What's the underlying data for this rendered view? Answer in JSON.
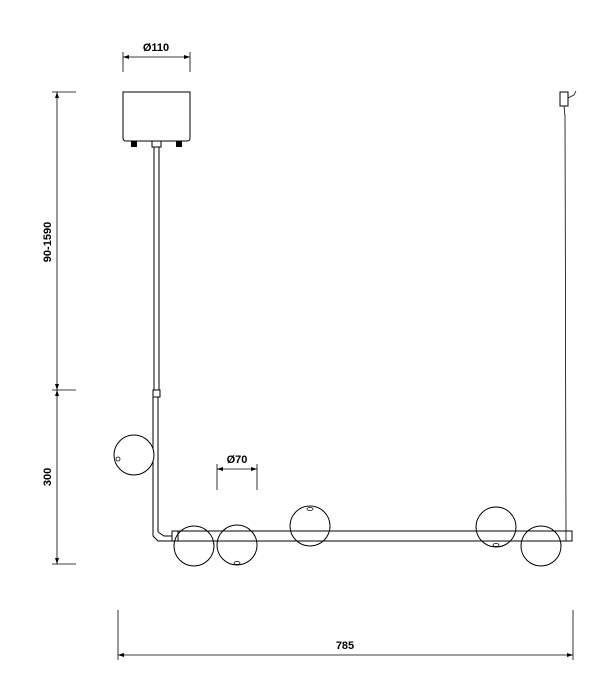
{
  "dimensions": {
    "canopy_diameter": "Ø110",
    "globe_diameter": "Ø70",
    "suspension_height": "90-1590",
    "fixture_height": "300",
    "overall_length": "785"
  }
}
